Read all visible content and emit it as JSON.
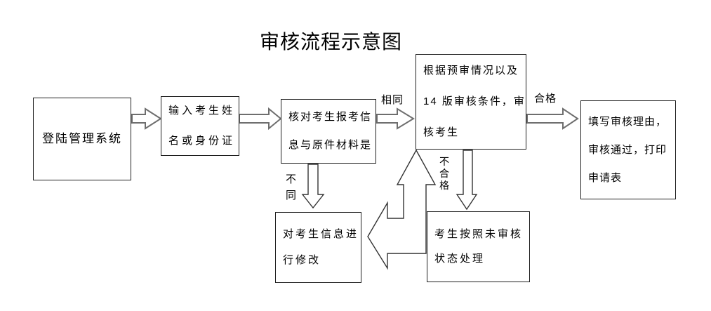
{
  "title": "审核流程示意图",
  "colors": {
    "background": "#ffffff",
    "box_border": "#1f1f1f",
    "text": "#000000",
    "arrow_outline_gray": "#6e6e6e",
    "arrow_outline_dark": "#333333"
  },
  "boxes": {
    "login": {
      "lines": [
        "登陆管理系统"
      ]
    },
    "input": {
      "lines": [
        "输入考生姓",
        "名或身份证"
      ]
    },
    "verify": {
      "lines": [
        "核对考生报考信",
        "息与原件材料是"
      ]
    },
    "review": {
      "lines": [
        "根据预审情况以及",
        "14 版审核条件，审",
        "核考生"
      ]
    },
    "approve": {
      "lines": [
        "填写审核理由，",
        "审核通过，打印",
        "申请表"
      ]
    },
    "modify": {
      "lines": [
        "对考生信息进",
        "行修改"
      ]
    },
    "unreviewed": {
      "lines": [
        "考生按照未审核",
        "状态处理"
      ]
    }
  },
  "labels": {
    "same": "相同",
    "qualified": "合格",
    "different": "不同",
    "unqualified": "不合格"
  }
}
